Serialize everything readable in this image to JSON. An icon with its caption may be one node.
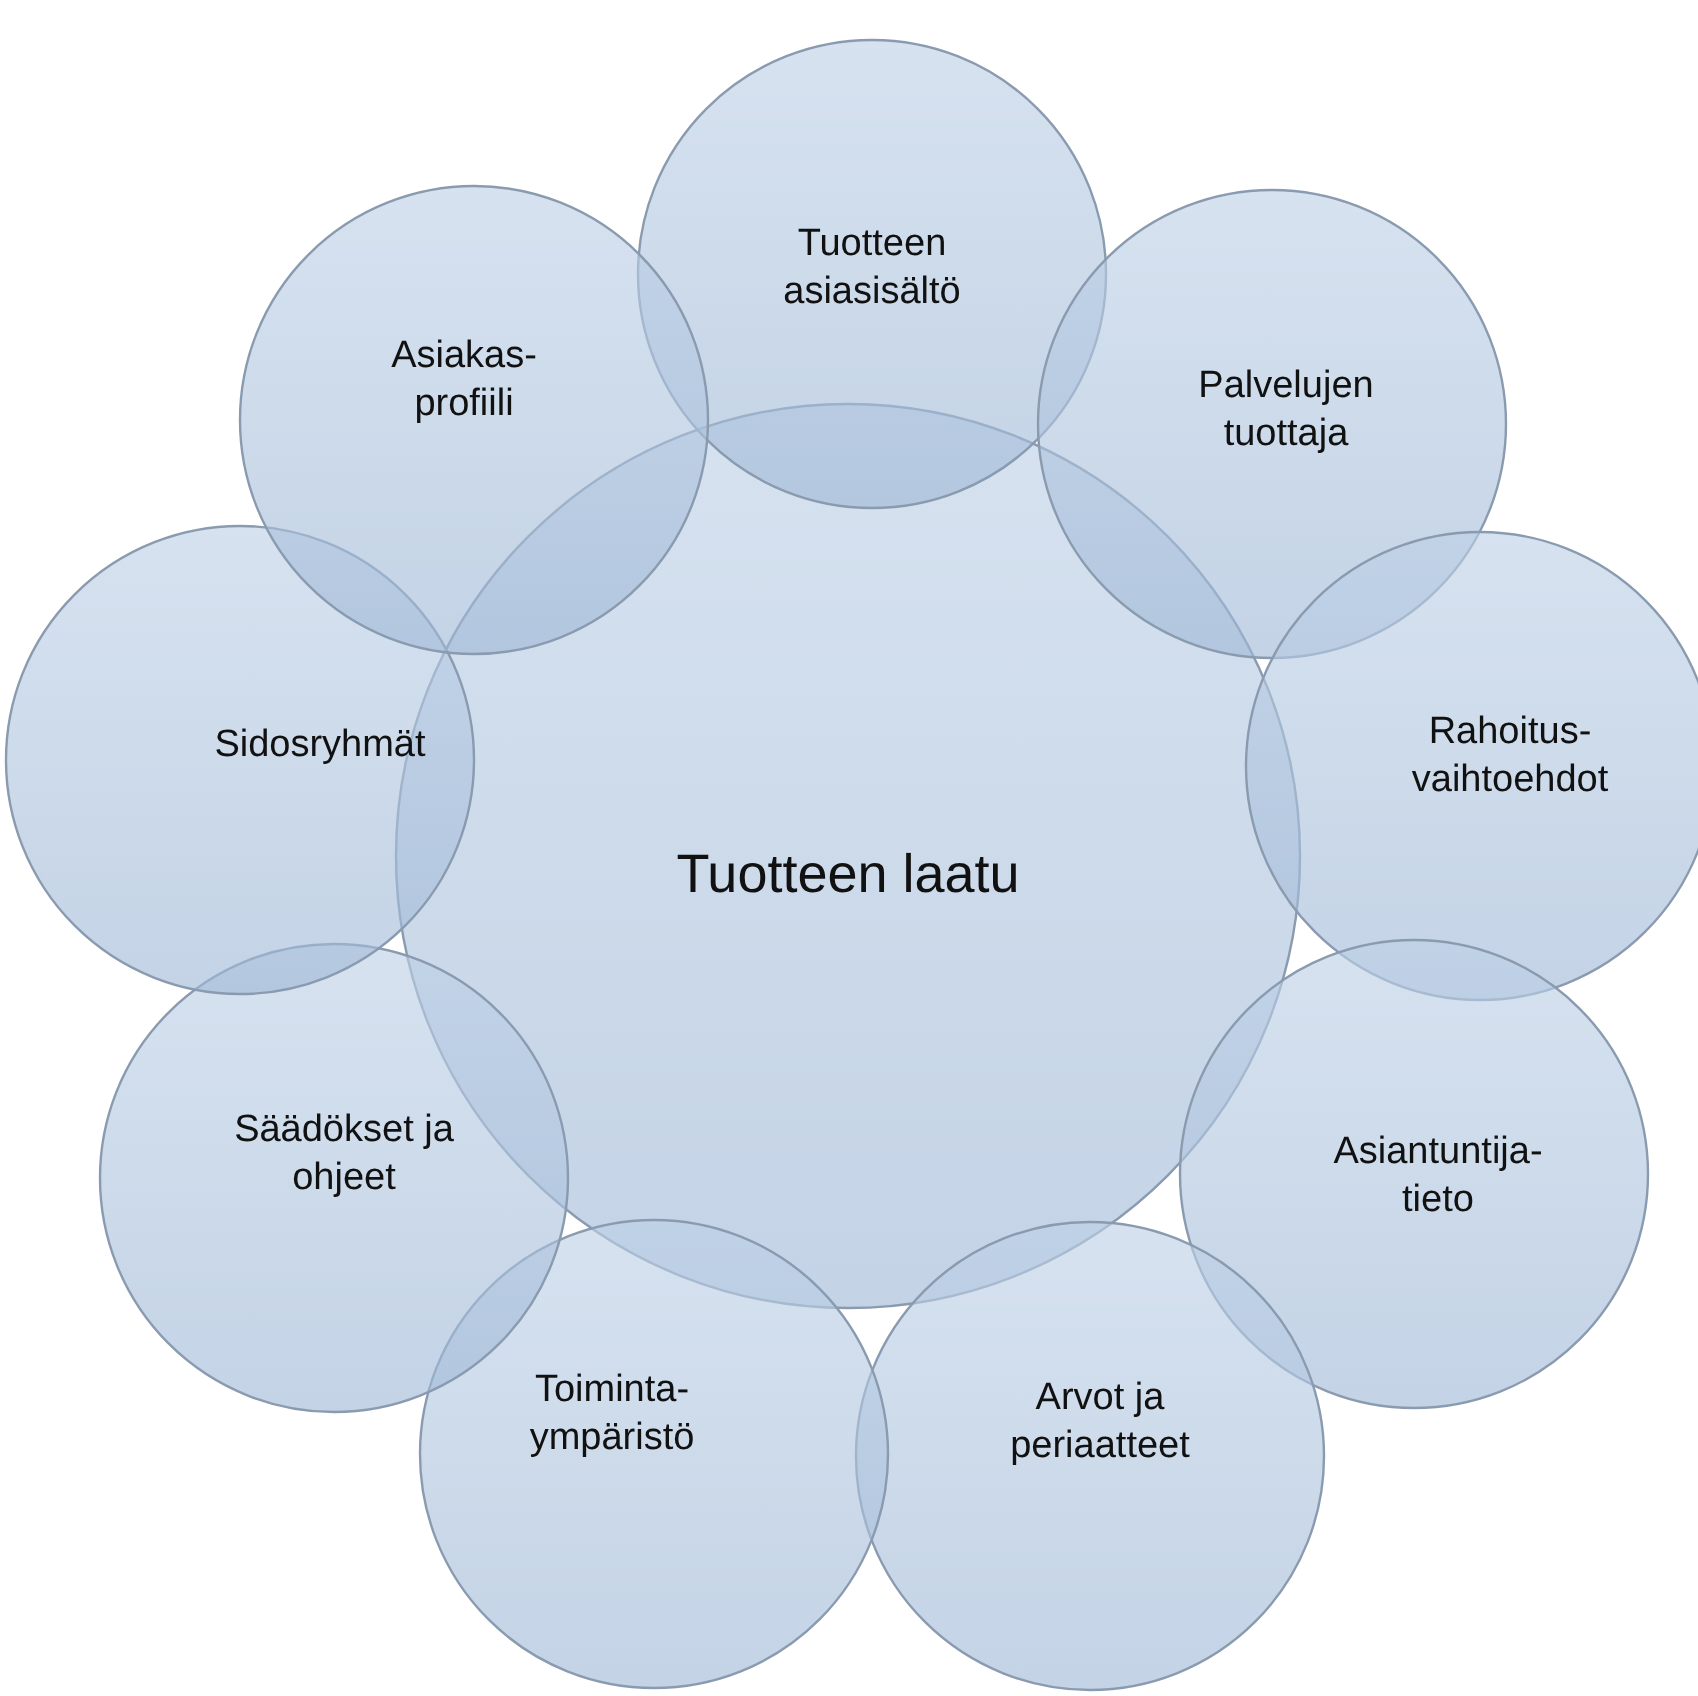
{
  "diagram": {
    "nodes": [
      {
        "text": [
          "Tuotteen laatu"
        ]
      },
      {
        "text": [
          "Tuotteen asiasisältö"
        ]
      },
      {
        "text": [
          "Palvelujen tuottaja"
        ]
      },
      {
        "text": [
          "Rahoitus- vaihtoehdot"
        ]
      },
      {
        "text": [
          "Asiantuntija- tieto"
        ]
      },
      {
        "text": [
          "Arvot ja periaatteet"
        ]
      },
      {
        "text": [
          "Toiminta- ympäristö"
        ]
      },
      {
        "text": [
          "Säädökset ja ohjeet"
        ]
      },
      {
        "text": [
          "Sidosryhmät"
        ]
      },
      {
        "text": [
          "Asiakas- profiili"
        ]
      }
    ]
  }
}
